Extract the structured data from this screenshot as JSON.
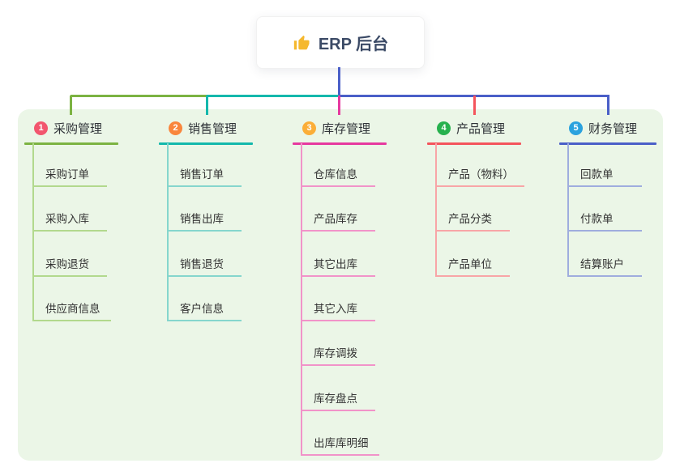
{
  "root": {
    "label": "ERP 后台",
    "icon": "thumbs-up-icon",
    "icon_color": "#f5b82e",
    "line_color": "#4a5fc8"
  },
  "panel": {
    "background": "#ebf6e7"
  },
  "branches": [
    {
      "badge": "1",
      "label": "采购管理",
      "badge_color": "#f2566e",
      "line_color": "#7cb342",
      "sub_line_color": "#b2d98d",
      "children": [
        "采购订单",
        "采购入库",
        "采购退货",
        "供应商信息"
      ]
    },
    {
      "badge": "2",
      "label": "销售管理",
      "badge_color": "#f9863c",
      "line_color": "#14b8ac",
      "sub_line_color": "#85d6cd",
      "children": [
        "销售订单",
        "销售出库",
        "销售退货",
        "客户信息"
      ]
    },
    {
      "badge": "3",
      "label": "库存管理",
      "badge_color": "#fbae38",
      "line_color": "#e6399f",
      "sub_line_color": "#f193c9",
      "children": [
        "仓库信息",
        "产品库存",
        "其它出库",
        "其它入库",
        "库存调拨",
        "库存盘点",
        "出库库明细"
      ]
    },
    {
      "badge": "4",
      "label": "产品管理",
      "badge_color": "#27b14e",
      "line_color": "#f4545c",
      "sub_line_color": "#f8a5a7",
      "children": [
        "产品（物料）",
        "产品分类",
        "产品单位"
      ]
    },
    {
      "badge": "5",
      "label": "财务管理",
      "badge_color": "#2ba2de",
      "line_color": "#4a5fc8",
      "sub_line_color": "#9fadde",
      "children": [
        "回款单",
        "付款单",
        "结算账户"
      ]
    }
  ]
}
